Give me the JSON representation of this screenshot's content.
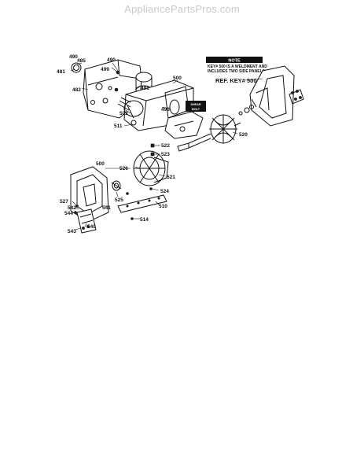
{
  "watermark": "AppliancePartsPros.com",
  "note": {
    "heading": "NOTE",
    "line1": "KEY# 500 IS A WELDMENT AND",
    "line2": "INCLUDES TWO SIDE PANELS."
  },
  "ref_key": "REF. KEY# 500",
  "tag": {
    "line1": "SHEAR",
    "line2": "BOLT"
  },
  "callouts": {
    "c490a": "490",
    "c485": "485",
    "c490b": "490",
    "c481": "481",
    "c499": "499",
    "c482": "482",
    "c491": "491",
    "c500top": "500",
    "c493": "493",
    "c502": "502",
    "c511": "511",
    "c522": "522",
    "c523": "523",
    "c520": "520",
    "c500left": "500",
    "c526": "526",
    "c521": "521",
    "c524": "524",
    "c525": "525",
    "c527": "527",
    "c542": "542",
    "c541": "541",
    "c510": "510",
    "c544": "544",
    "c540": "540",
    "c543": "543",
    "c514": "514"
  }
}
